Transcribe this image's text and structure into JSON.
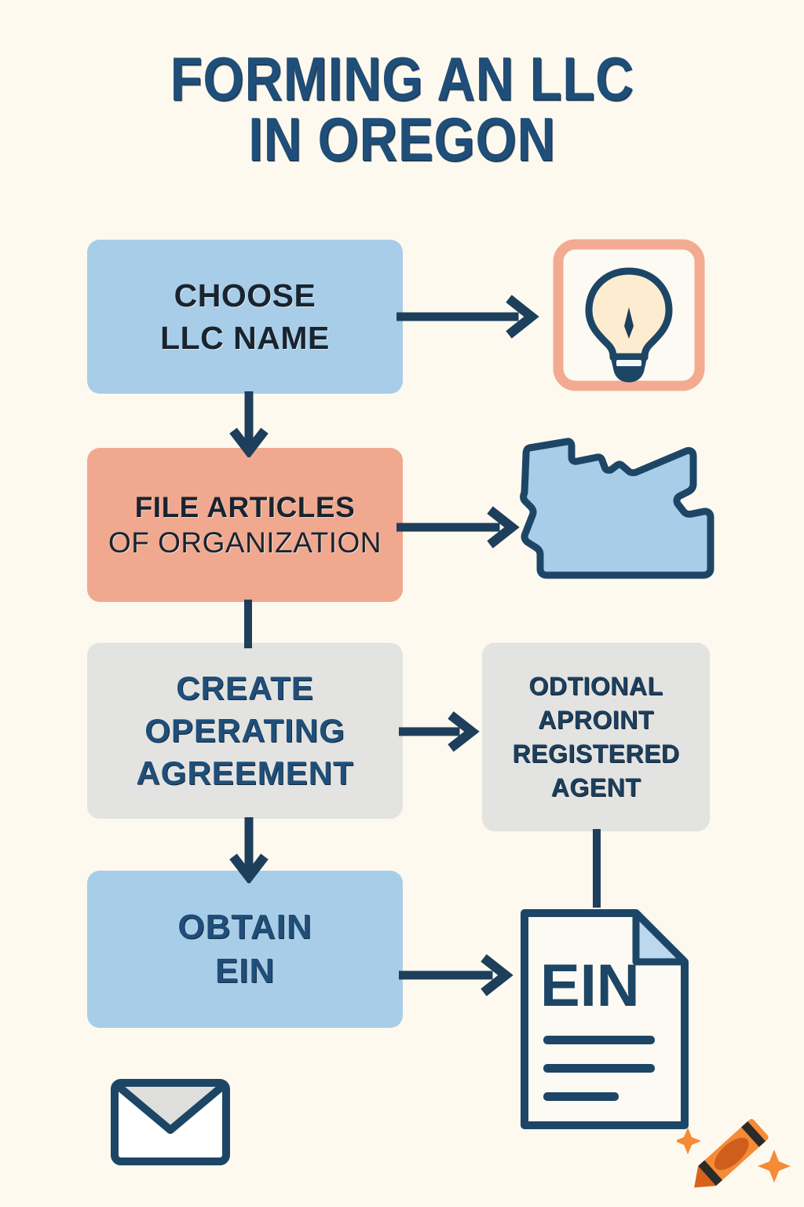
{
  "poster": {
    "title_line1": "FORMING AN LLC",
    "title_line2": "IN OREGON",
    "background_color": "#fdf9ef",
    "accent_navy": "#1f4e79",
    "accent_blue": "#a8cde8",
    "accent_peach": "#f0a88f",
    "accent_gray": "#e3e3e1",
    "accent_orange": "#e8802a"
  },
  "steps": [
    {
      "id": "choose-llc-name",
      "line1": "CHOOSE",
      "line2": "LLC NAME",
      "color": "#a8cde8"
    },
    {
      "id": "file-articles",
      "line1": "FILE ARTICLES",
      "line2": "OF ORGANIZATION",
      "color": "#f0a88f"
    },
    {
      "id": "create-operating-agreement",
      "line1": "CREATE",
      "line2": "OPERATING",
      "line3": "AGREEMENT",
      "color": "#e3e3e1"
    },
    {
      "id": "optional-registered-agent",
      "line1": "ODTIONAL",
      "line2": "APROINT",
      "line3": "REGISTERED",
      "line4": "AGENT",
      "color": "#e3e3e1"
    },
    {
      "id": "obtain-ein",
      "line1": "OBTAIN",
      "line2": "EIN",
      "color": "#a8cde8"
    }
  ],
  "icons": [
    {
      "id": "lightbulb",
      "name": "lightbulb-icon",
      "frame_color": "#f2ab91",
      "bulb_fill": "#fdecd0",
      "outline": "#1d4666"
    },
    {
      "id": "oregon-map",
      "name": "oregon-state-map-icon",
      "fill": "#a8cde8",
      "outline": "#1d4666"
    },
    {
      "id": "ein-document",
      "name": "ein-document-icon",
      "label": "EIN",
      "fold_fill": "#bcd8ef",
      "outline": "#1d4666",
      "lines": 3
    },
    {
      "id": "envelope",
      "name": "envelope-icon",
      "flap_fill": "#dededc",
      "outline": "#1d4666"
    },
    {
      "id": "crayon",
      "name": "crayon-icon",
      "body_color": "#f58b35",
      "tip_color": "#d9621a",
      "sparkles": 2
    }
  ],
  "connectors": [
    {
      "id": "choose-to-bulb",
      "type": "arrow-right"
    },
    {
      "id": "choose-to-file",
      "type": "arrow-down"
    },
    {
      "id": "file-to-oregon",
      "type": "arrow-right"
    },
    {
      "id": "file-to-operating",
      "type": "line-down"
    },
    {
      "id": "operating-to-agent",
      "type": "arrow-right"
    },
    {
      "id": "operating-to-obtain",
      "type": "arrow-down"
    },
    {
      "id": "agent-to-document",
      "type": "line-down"
    },
    {
      "id": "obtain-to-document",
      "type": "arrow-right"
    }
  ]
}
